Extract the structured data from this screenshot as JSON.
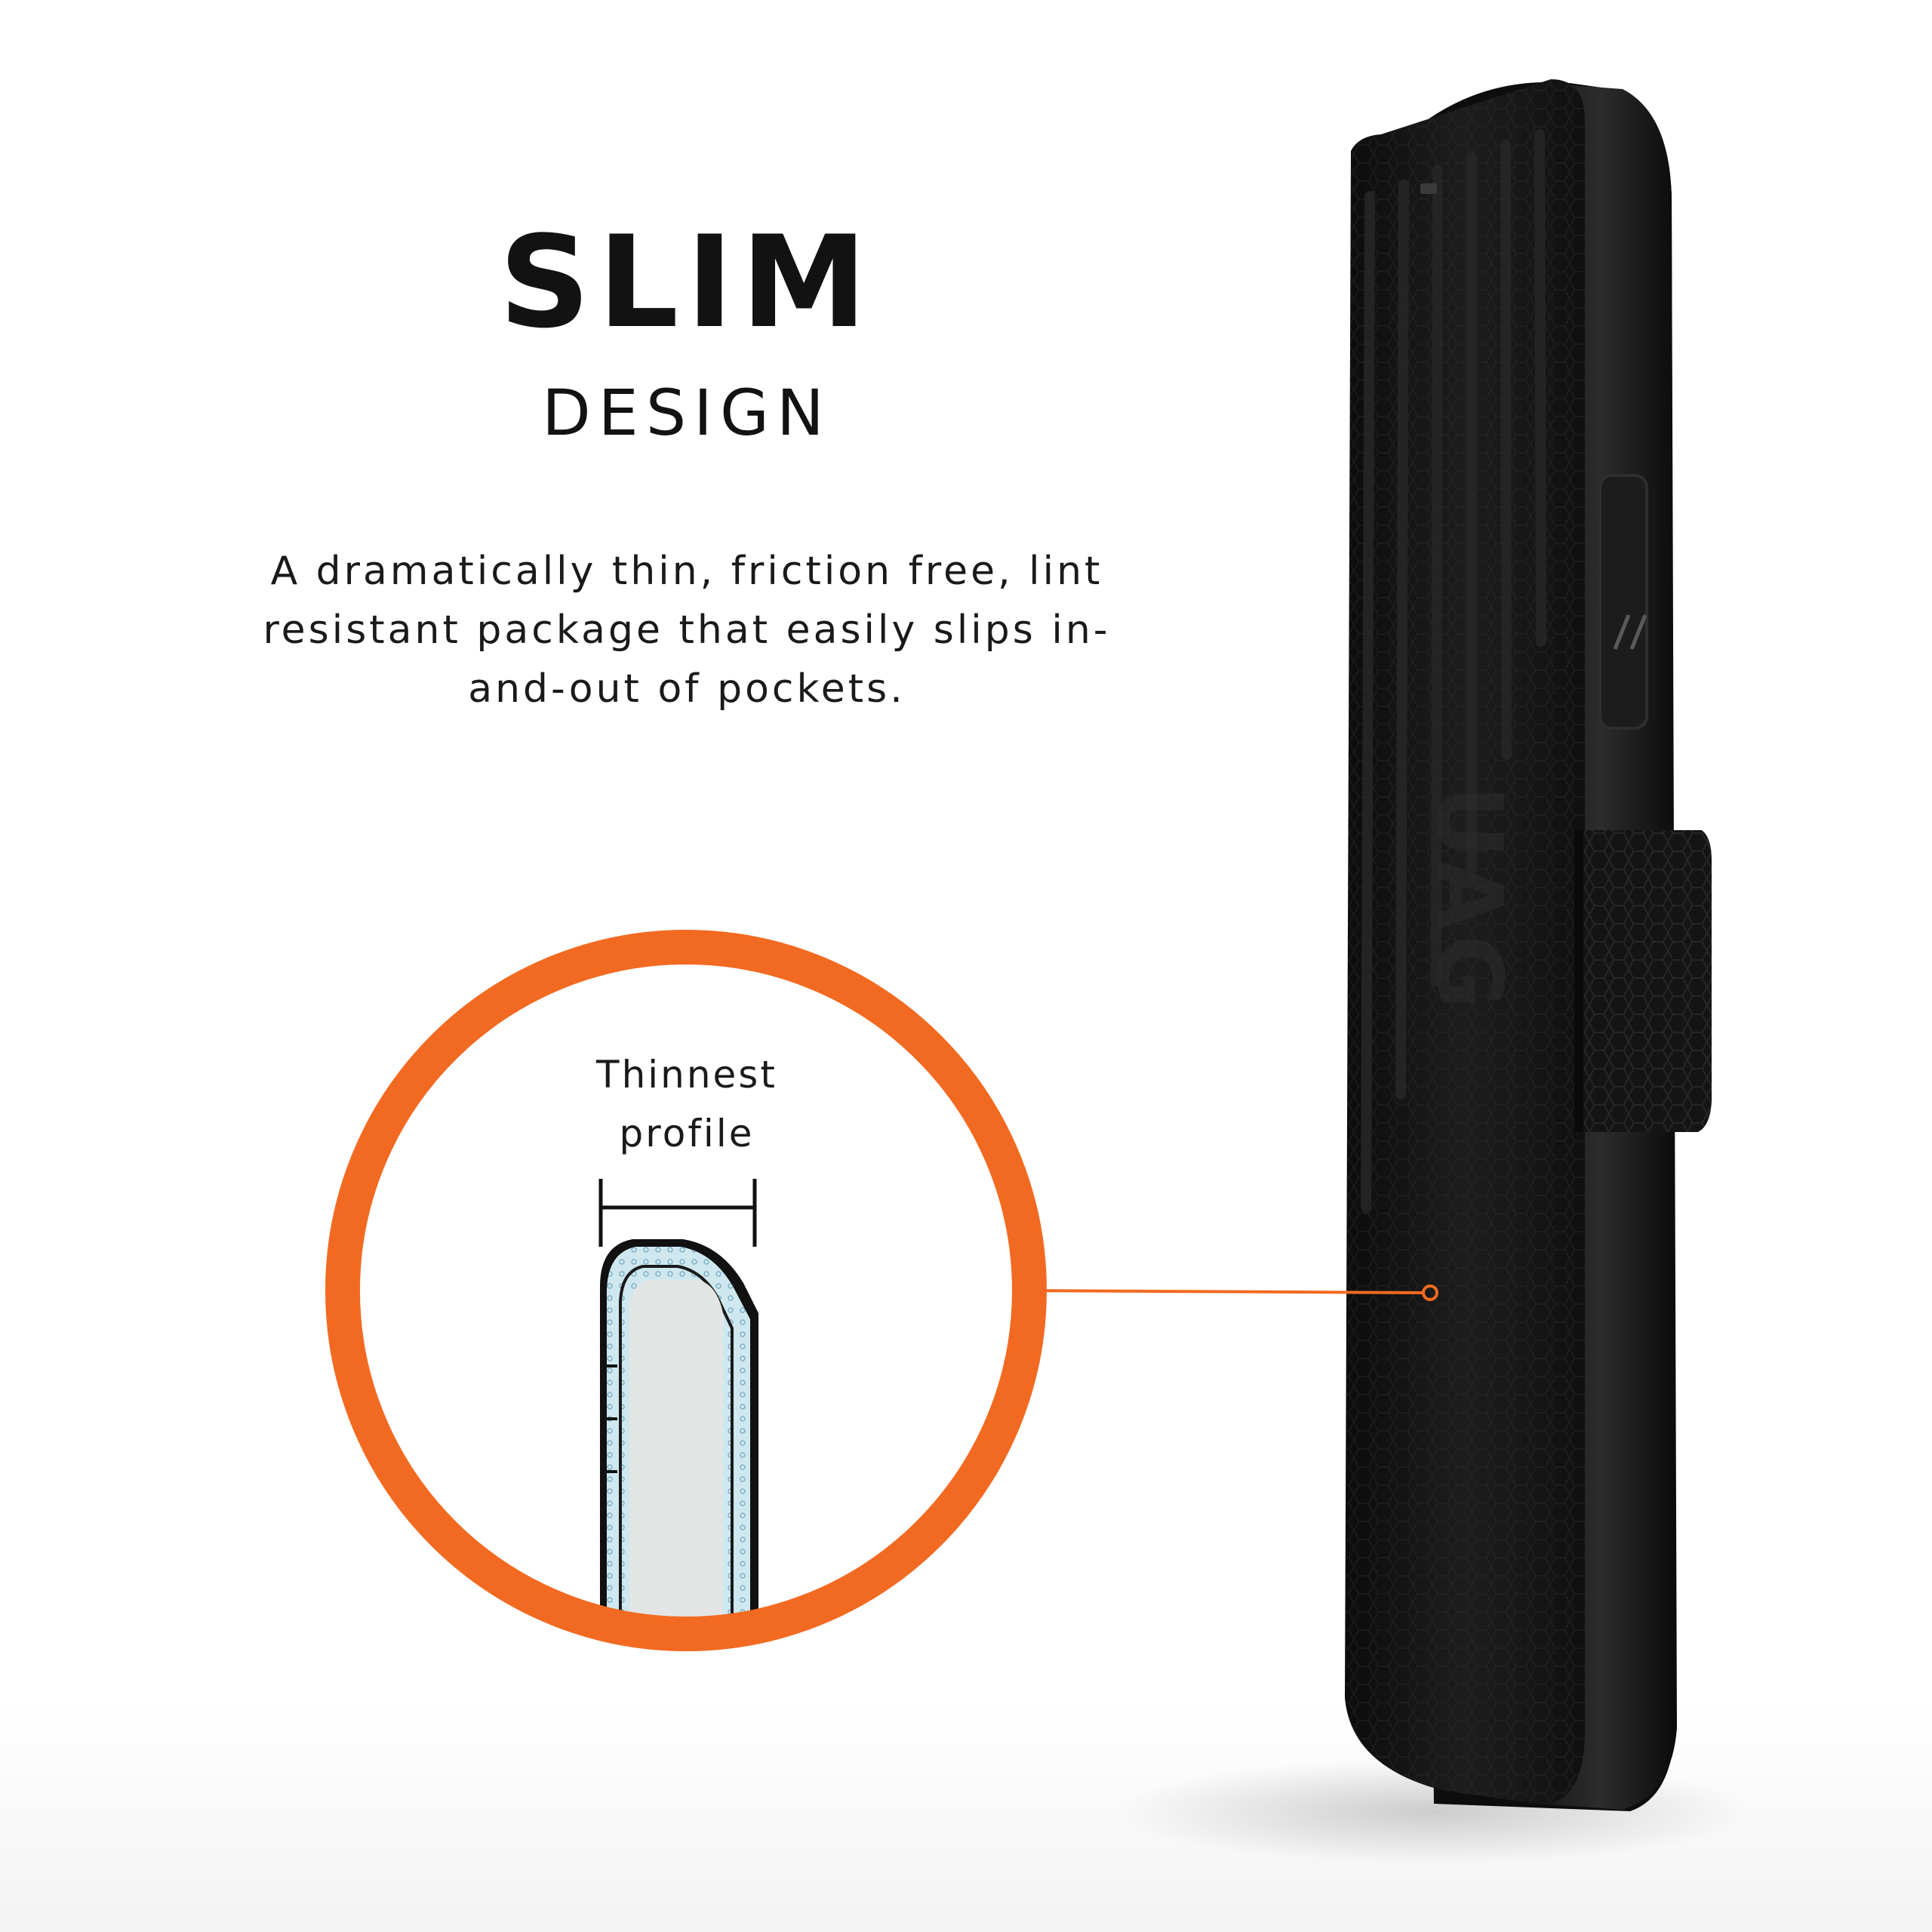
{
  "hero": {
    "title": "SLIM",
    "subtitle": "DESIGN",
    "description": "A dramatically thin, friction free, lint resistant package that easily slips in-and-out of pockets."
  },
  "callout": {
    "label": "Thinnest profile"
  },
  "colors": {
    "accent": "#f26a21",
    "case": "#141414",
    "text": "#121212"
  },
  "icons": [
    "magnifier-callout-ring",
    "caliper-measure-icon",
    "uag-logo-icon"
  ]
}
